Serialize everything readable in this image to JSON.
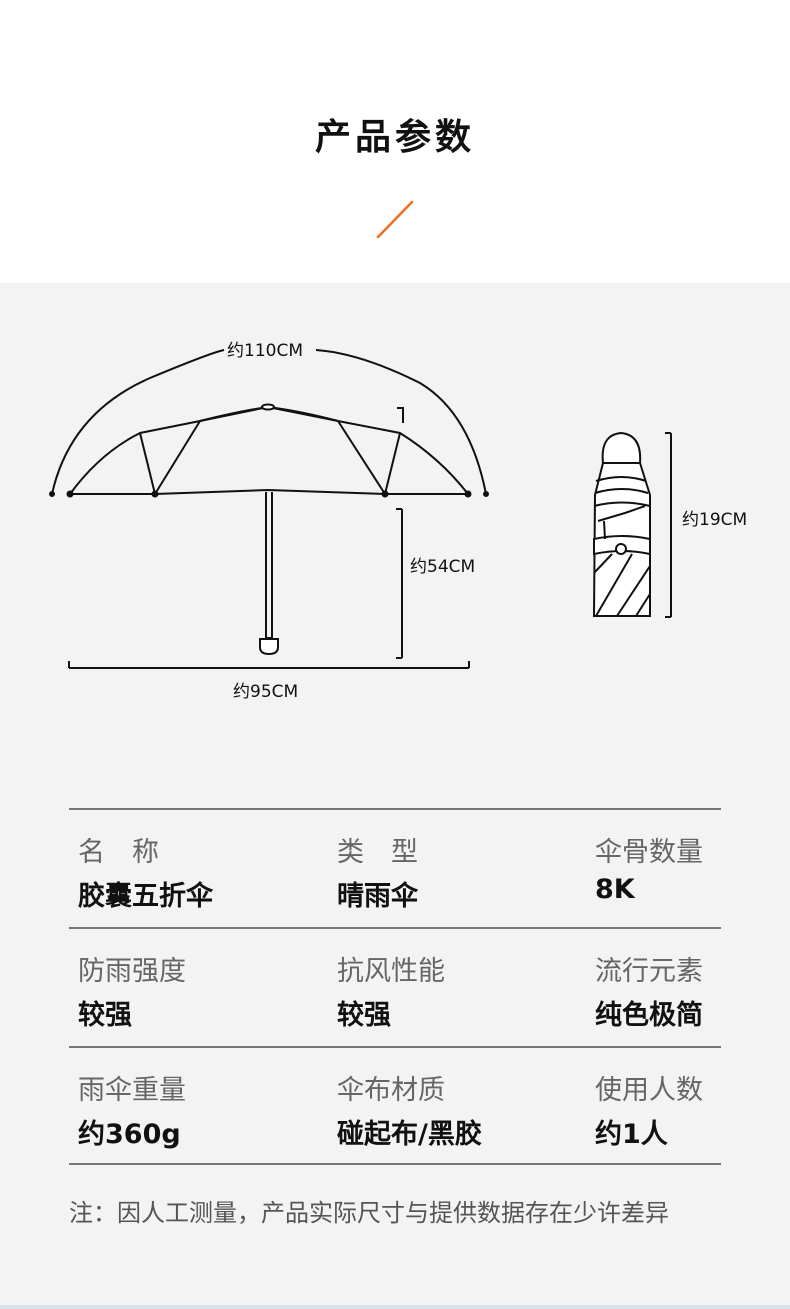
{
  "header": {
    "title": "产品参数",
    "accent_color": "#f07020"
  },
  "diagram": {
    "open_umbrella": {
      "arc_label": "约110CM",
      "height_label": "约54CM",
      "width_label": "约95CM"
    },
    "closed_umbrella": {
      "length_label": "约19CM"
    }
  },
  "specs": {
    "rows": [
      [
        {
          "label": "名　称",
          "value": "胶囊五折伞"
        },
        {
          "label": "类　型",
          "value": "晴雨伞"
        },
        {
          "label": "伞骨数量",
          "value": "8K"
        }
      ],
      [
        {
          "label": "防雨强度",
          "value": "较强"
        },
        {
          "label": "抗风性能",
          "value": "较强"
        },
        {
          "label": "流行元素",
          "value": "纯色极简"
        }
      ],
      [
        {
          "label": "雨伞重量",
          "value": "约360g"
        },
        {
          "label": "伞布材质",
          "value": "碰起布/黑胶"
        },
        {
          "label": "使用人数",
          "value": "约1人"
        }
      ]
    ]
  },
  "note": "注：因人工测量，产品实际尺寸与提供数据存在少许差异"
}
